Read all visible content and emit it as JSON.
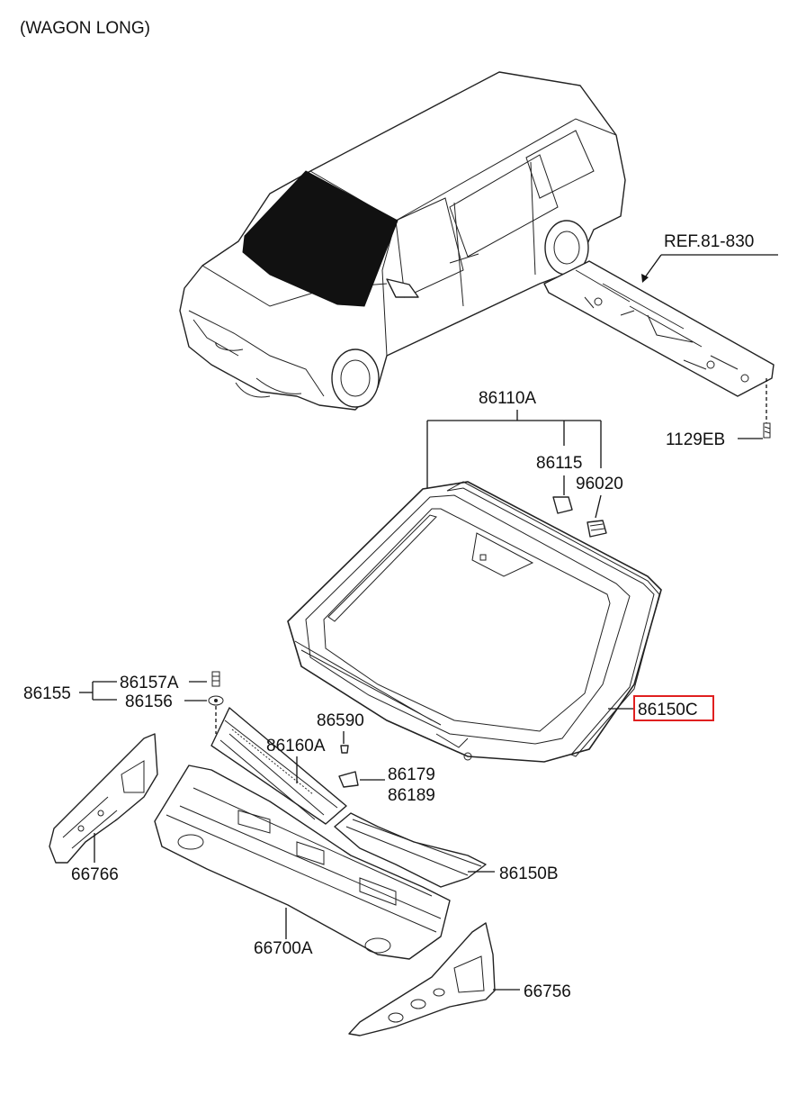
{
  "header": {
    "title": "(WAGON LONG)"
  },
  "callouts": {
    "ref": "REF.81-830",
    "bolt": "1129EB",
    "glass_assy": "86110A",
    "clip_a": "86115",
    "clip_b": "96020",
    "fastener_group": "86155",
    "fastener_a": "86157A",
    "fastener_b": "86156",
    "grommet": "86590",
    "cowl_top": "86160A",
    "bracket_a": "86179",
    "bracket_b": "86189",
    "molding": "86150C",
    "cowl_cover": "86150B",
    "side_panel_left": "66766",
    "dash_panel": "66700A",
    "side_panel_right": "66756"
  },
  "highlight": {
    "part": "86150C",
    "color": "#e02020"
  }
}
